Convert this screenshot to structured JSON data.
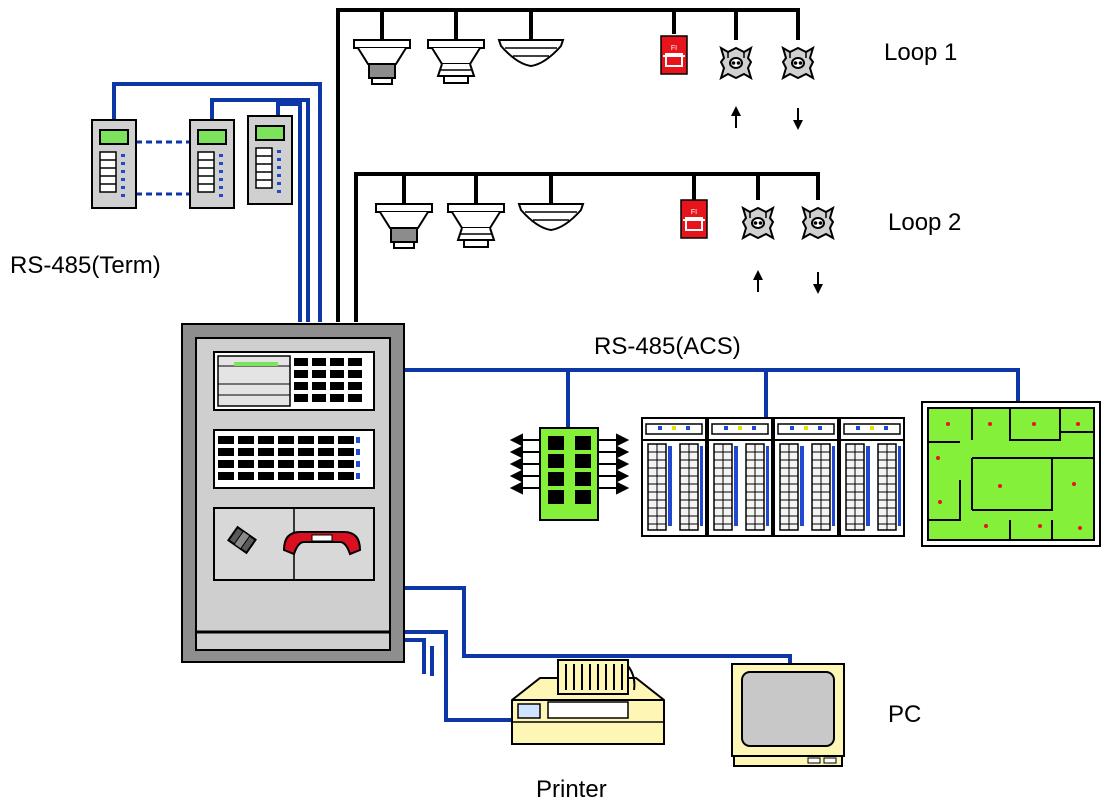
{
  "labels": {
    "loop1": "Loop 1",
    "loop2": "Loop 2",
    "rs485_term": "RS-485(Term)",
    "rs485_acs": "RS-485(ACS)",
    "pc": "PC",
    "printer": "Printer",
    "manual_call_point": "FI"
  },
  "colors": {
    "bus_blue": "#0d36a6",
    "loop_wire": "#000000",
    "panel_gray": "#c8c8c8",
    "lcd_green": "#7de35c",
    "board_green": "#85f03a",
    "alarm_red": "#e8141c",
    "printer_yellow": "#fdf6b4",
    "led_blue": "#2048d0",
    "dot_red": "#e8141c"
  },
  "icons": {
    "panel": "fire-control-panel-icon",
    "detector": "smoke-detector-icon",
    "call_point": "manual-call-point-icon",
    "module": "io-module-icon",
    "terminal": "repeater-terminal-icon",
    "relay": "relay-board-icon",
    "cabinet": "acs-cabinet-icon",
    "mimic": "mimic-map-icon",
    "printer": "printer-icon",
    "pc": "pc-monitor-icon",
    "handset": "telephone-handset-icon",
    "key": "key-switch-icon"
  }
}
